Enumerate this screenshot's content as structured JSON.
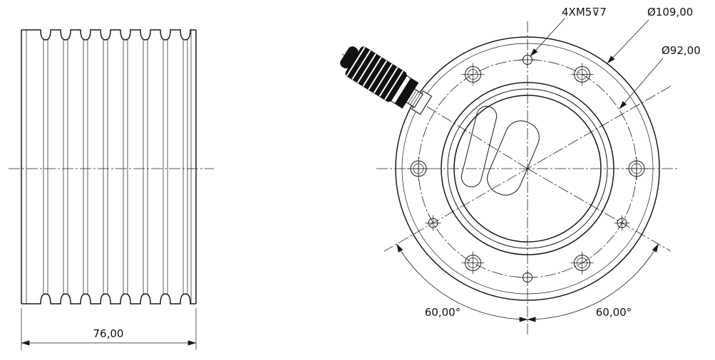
{
  "drawing": {
    "background": "#ffffff",
    "line_color": "#1a1a1a",
    "side_view": {
      "name": "finned housing side view",
      "width_dim": "76,00"
    },
    "front_view": {
      "name": "flange front view with cable gland",
      "thread_callout": "4XM5⊽7",
      "outer_diameter": "Ø109,00",
      "bolt_circle_diameter": "Ø92,00",
      "angle_left": "60,00°",
      "angle_right": "60,00°"
    }
  }
}
